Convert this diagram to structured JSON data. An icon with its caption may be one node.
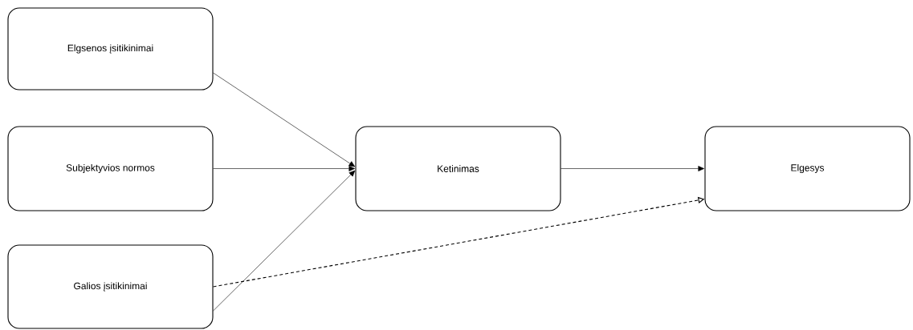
{
  "diagram": {
    "nodes": [
      {
        "text": [
          "Elgsenos įsitikinimai"
        ]
      },
      {
        "text": [
          "Subjektyvios normos"
        ]
      },
      {
        "text": [
          "Galios įsitikinimai"
        ]
      },
      {
        "text": [
          "Ketinimas"
        ]
      },
      {
        "text": [
          "Elgesys"
        ]
      }
    ],
    "edges": [
      {
        "from": 0,
        "to": 3,
        "arrow": "to"
      },
      {
        "from": 1,
        "to": 3,
        "arrow": "to"
      },
      {
        "from": 2,
        "to": 3,
        "arrow": "to"
      },
      {
        "from": 3,
        "to": 4,
        "arrow": "to"
      },
      {
        "from": 2,
        "to": 4,
        "arrow": "to",
        "style": "dashed"
      }
    ]
  }
}
